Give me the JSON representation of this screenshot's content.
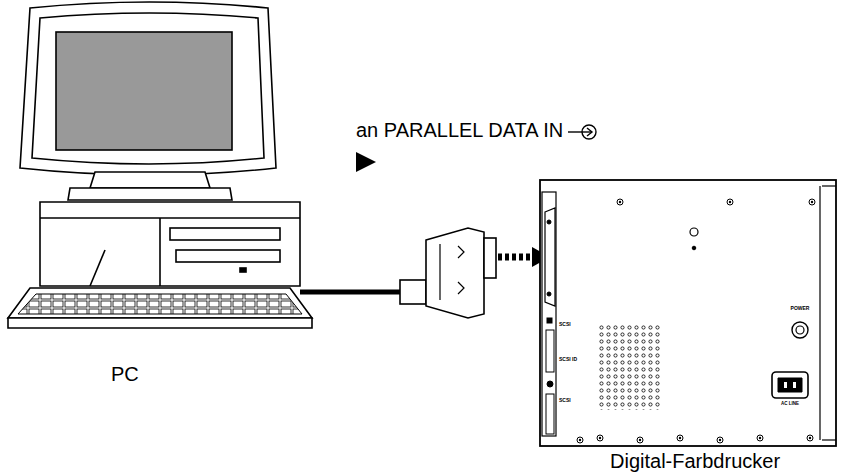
{
  "diagram": {
    "labels": [
      "an PARALLEL DATA IN",
      "PC",
      "SCSI",
      "SCSI ID",
      "SCSI",
      "POWER",
      "AC LINE",
      "Digital-Farbdrucker"
    ]
  }
}
